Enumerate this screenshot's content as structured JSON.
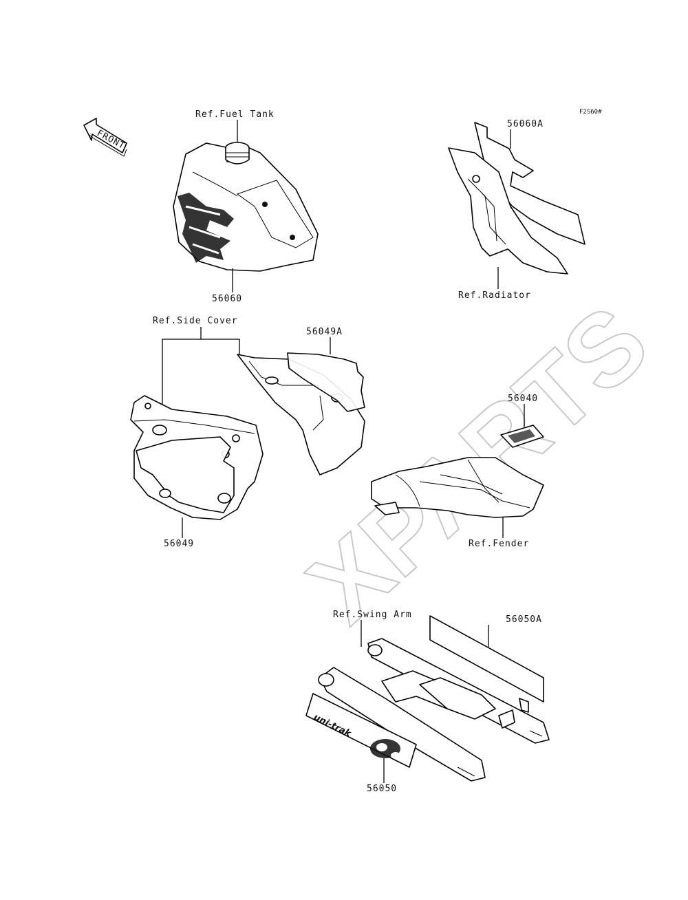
{
  "drawing_code": "F2S60#",
  "front_label": "FRONT",
  "watermark": "XPARTS",
  "labels": {
    "fuel_tank_ref": "Ref.Fuel Tank",
    "part_56060": "56060",
    "part_56060A": "56060A",
    "radiator_ref": "Ref.Radiator",
    "side_cover_ref": "Ref.Side Cover",
    "part_56049A": "56049A",
    "part_56049": "56049",
    "part_56040": "56040",
    "fender_ref": "Ref.Fender",
    "swing_arm_ref": "Ref.Swing Arm",
    "part_56050A": "56050A",
    "part_56050": "56050"
  },
  "decal_text": "uni-trak"
}
